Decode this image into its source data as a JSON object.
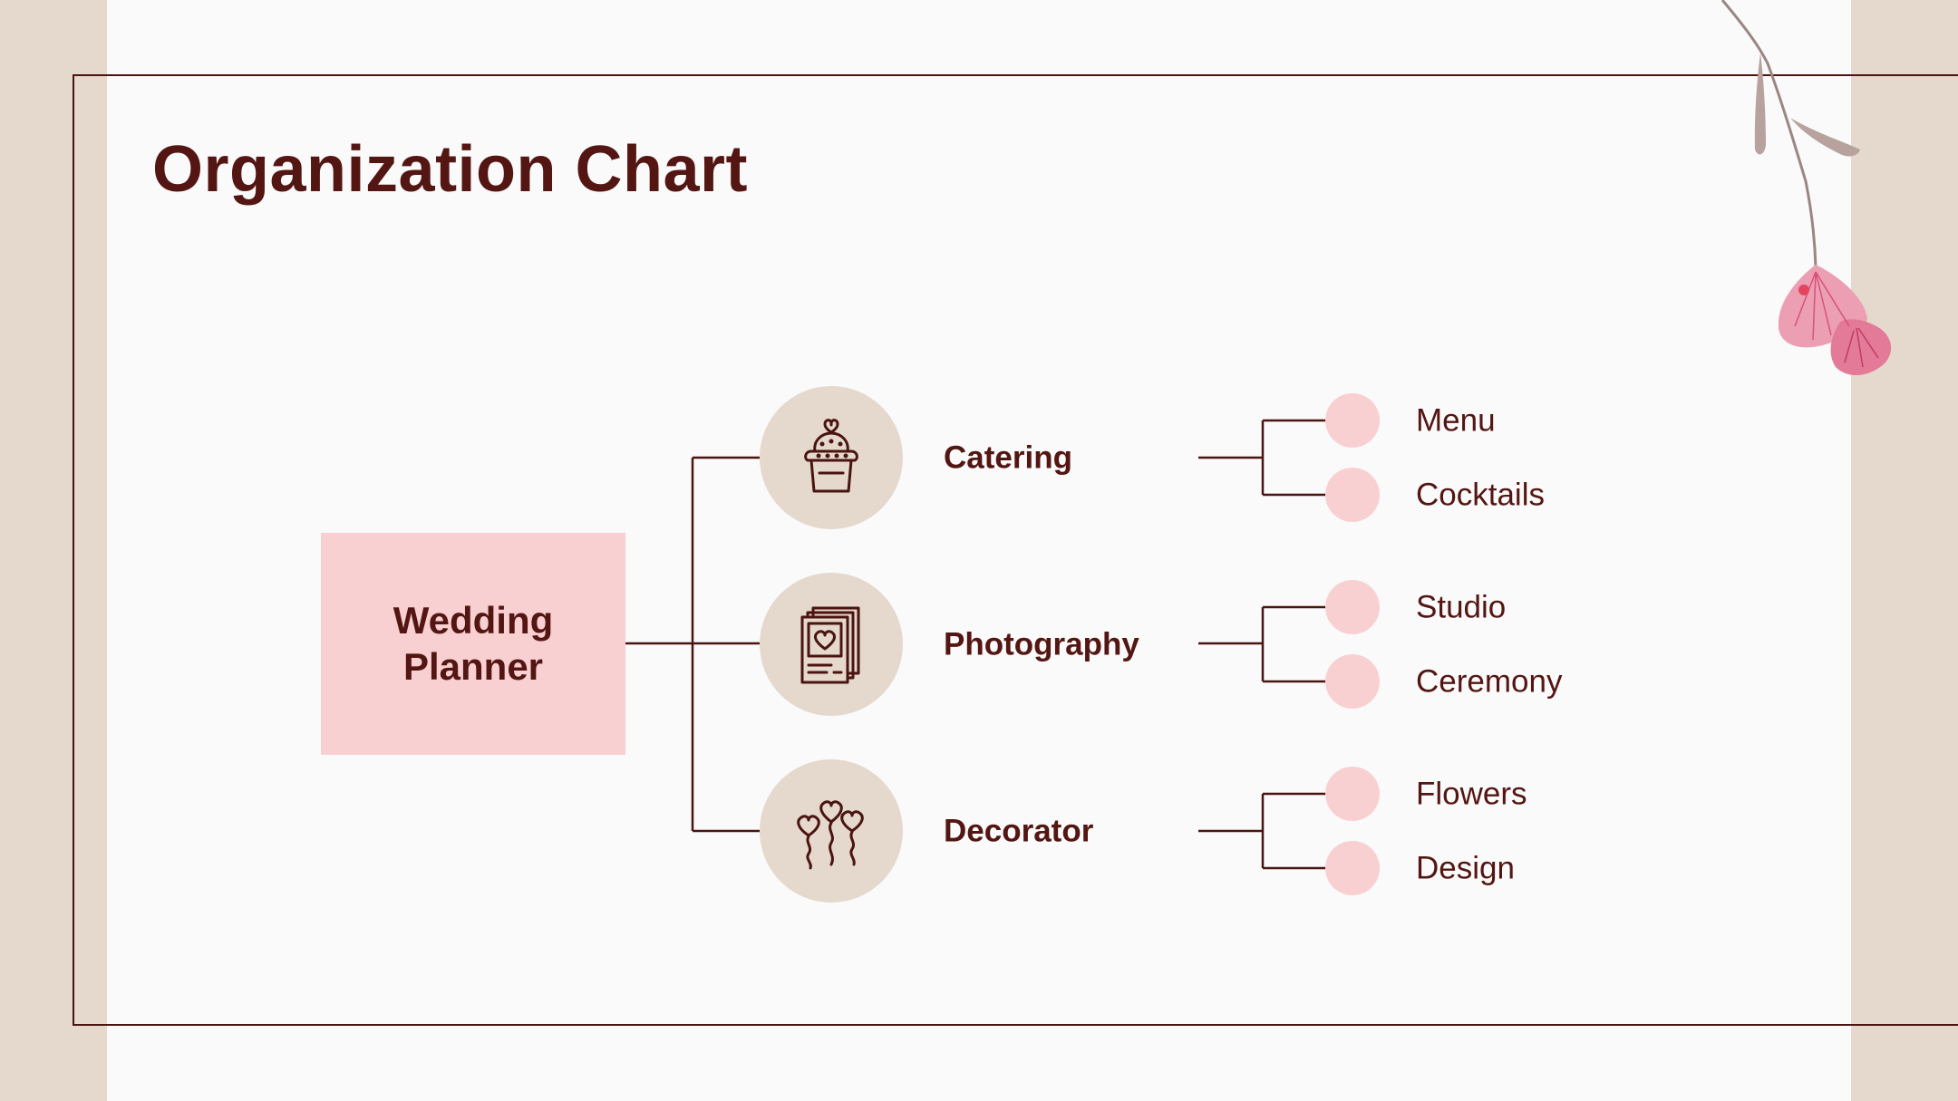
{
  "title": "Organization Chart",
  "root": {
    "line1": "Wedding",
    "line2": "Planner"
  },
  "departments": [
    {
      "label": "Catering",
      "icon": "cupcake-icon",
      "items": [
        "Menu",
        "Cocktails"
      ]
    },
    {
      "label": "Photography",
      "icon": "photo-heart-icon",
      "items": [
        "Studio",
        "Ceremony"
      ]
    },
    {
      "label": "Decorator",
      "icon": "heart-balloons-icon",
      "items": [
        "Flowers",
        "Design"
      ]
    }
  ],
  "colors": {
    "primary_text": "#531612",
    "accent_pink": "#f9d0d2",
    "beige": "#e5d8cc",
    "background": "#fafafb"
  }
}
